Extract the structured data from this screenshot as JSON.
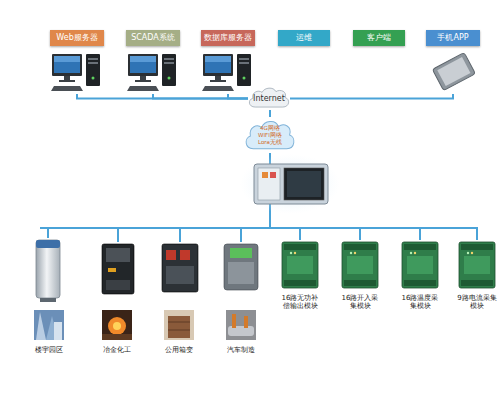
{
  "diagram": {
    "nodes": [
      {
        "text": [
          "Web服务器"
        ]
      },
      {
        "text": [
          "SCADA系统"
        ]
      },
      {
        "text": [
          "数据库服务器"
        ]
      },
      {
        "text": [
          "运维"
        ]
      },
      {
        "text": [
          "客户端"
        ]
      },
      {
        "text": [
          "手机APP"
        ]
      },
      {
        "text": [
          "Internet"
        ]
      },
      {
        "text": [
          "4G网络",
          "WIFI网络",
          "Lora无线"
        ]
      },
      {
        "text": [
          "16路无功补偿输出模块"
        ]
      },
      {
        "text": [
          "16路开入采集模块"
        ]
      },
      {
        "text": [
          "16路温度采集模块"
        ]
      },
      {
        "text": [
          "9路电流采集模块"
        ]
      }
    ],
    "edges": [
      {
        "from": 0,
        "to": 6,
        "arrow": "none"
      },
      {
        "from": 1,
        "to": 6,
        "arrow": "none"
      },
      {
        "from": 2,
        "to": 6,
        "arrow": "none"
      },
      {
        "from": 5,
        "to": 6,
        "arrow": "none"
      },
      {
        "from": 6,
        "to": 7,
        "arrow": "none"
      },
      {
        "from": 7,
        "to": 8,
        "arrow": "none"
      },
      {
        "from": 7,
        "to": 9,
        "arrow": "none"
      },
      {
        "from": 7,
        "to": 10,
        "arrow": "none"
      },
      {
        "from": 7,
        "to": 11,
        "arrow": "none"
      }
    ],
    "labels": [
      "楼宇园区",
      "冶金化工",
      "公用箱变",
      "汽车制造"
    ]
  }
}
